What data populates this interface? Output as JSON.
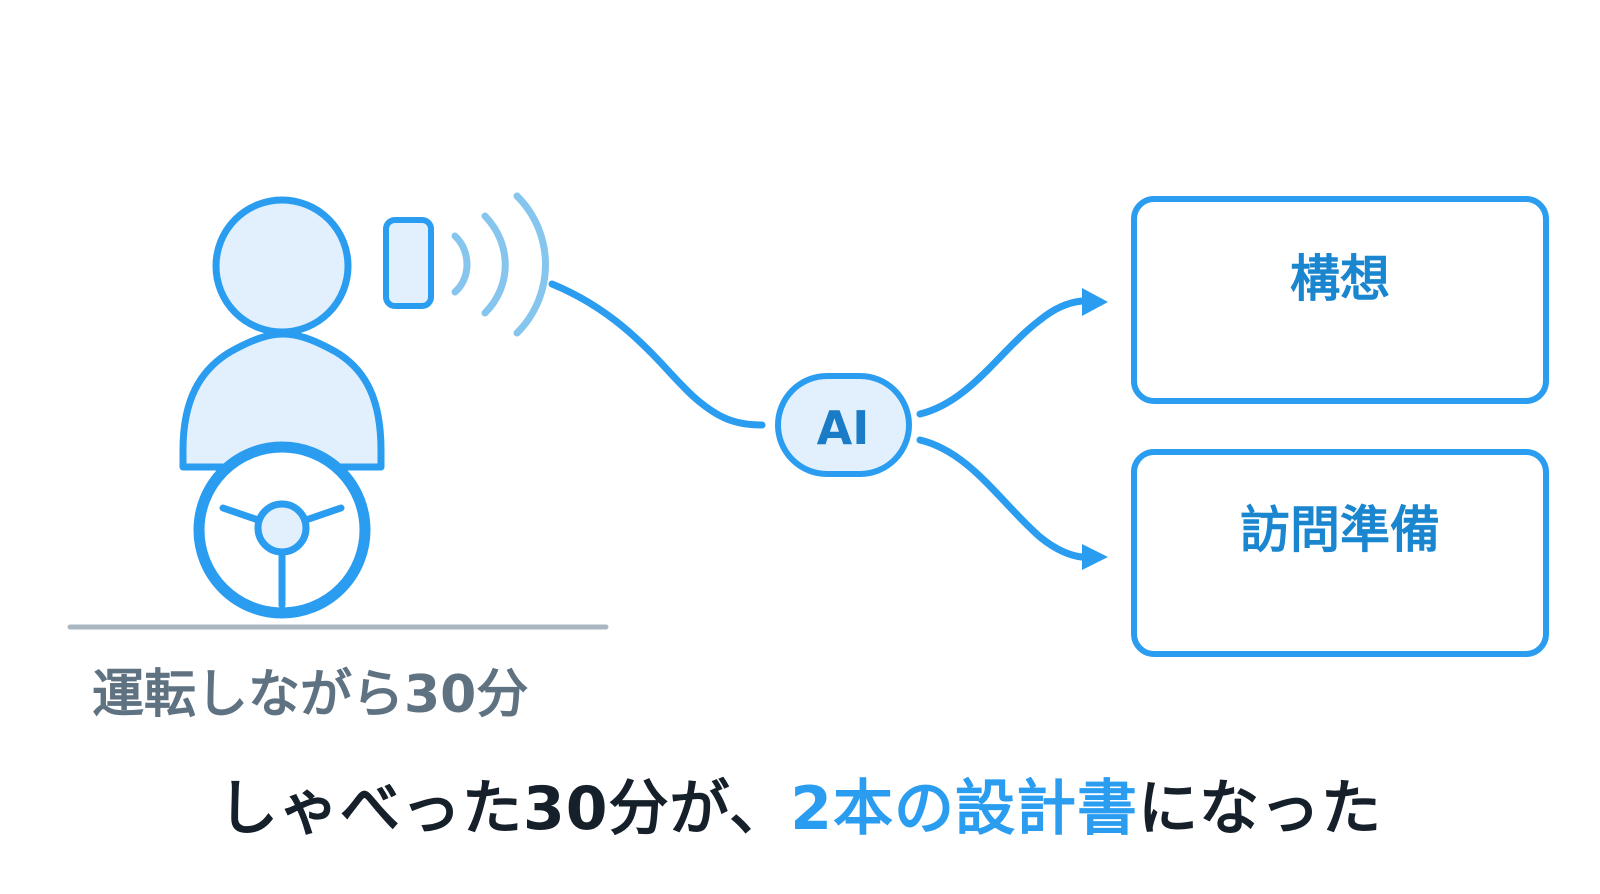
{
  "driver_label": "運転しながら30分",
  "ai_label": "AI",
  "outputs": [
    {
      "label": "構想"
    },
    {
      "label": "訪問準備"
    }
  ],
  "caption": {
    "before": "しゃべった30分が、",
    "highlight": "2本の設計書",
    "after": "になった"
  },
  "colors": {
    "accent": "#2a9df0",
    "accent_dark": "#1a86d0",
    "fill_light": "#e2f0fd",
    "wave": "#86c5ee",
    "ground": "#a9b7c3",
    "caption_text": "#16202a",
    "sub_text": "#5f7282"
  },
  "icons": [
    "person-icon",
    "steering-wheel-icon",
    "phone-icon",
    "sound-wave-icon",
    "arrow-icon"
  ]
}
